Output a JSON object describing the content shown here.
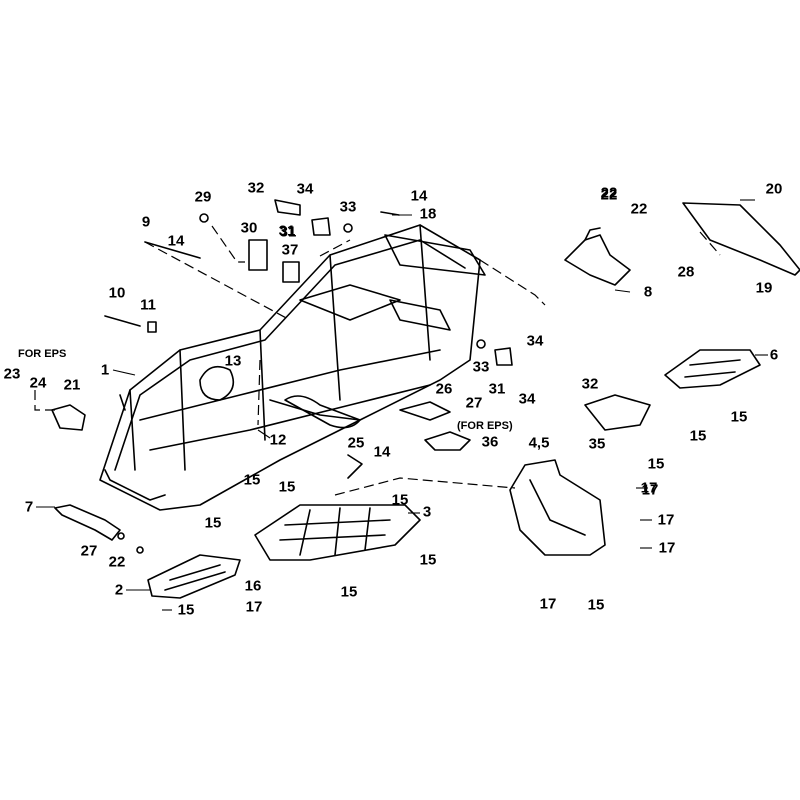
{
  "diagram": {
    "notes": {
      "left": "FOR EPS",
      "center": "(FOR EPS)"
    },
    "callouts": [
      "1",
      "2",
      "3",
      "4,5",
      "6",
      "7",
      "8",
      "9",
      "10",
      "11",
      "12",
      "13",
      "14",
      "14",
      "14",
      "15",
      "15",
      "15",
      "15",
      "15",
      "15",
      "15",
      "15",
      "15",
      "15",
      "15",
      "16",
      "17",
      "17",
      "17",
      "17",
      "17",
      "17",
      "18",
      "19",
      "20",
      "21",
      "22",
      "22",
      "22",
      "22",
      "23",
      "24",
      "25",
      "26",
      "27",
      "27",
      "28",
      "29",
      "30",
      "31",
      "31",
      "31",
      "32",
      "32",
      "33",
      "33",
      "34",
      "34",
      "34",
      "35",
      "36",
      "37"
    ]
  }
}
